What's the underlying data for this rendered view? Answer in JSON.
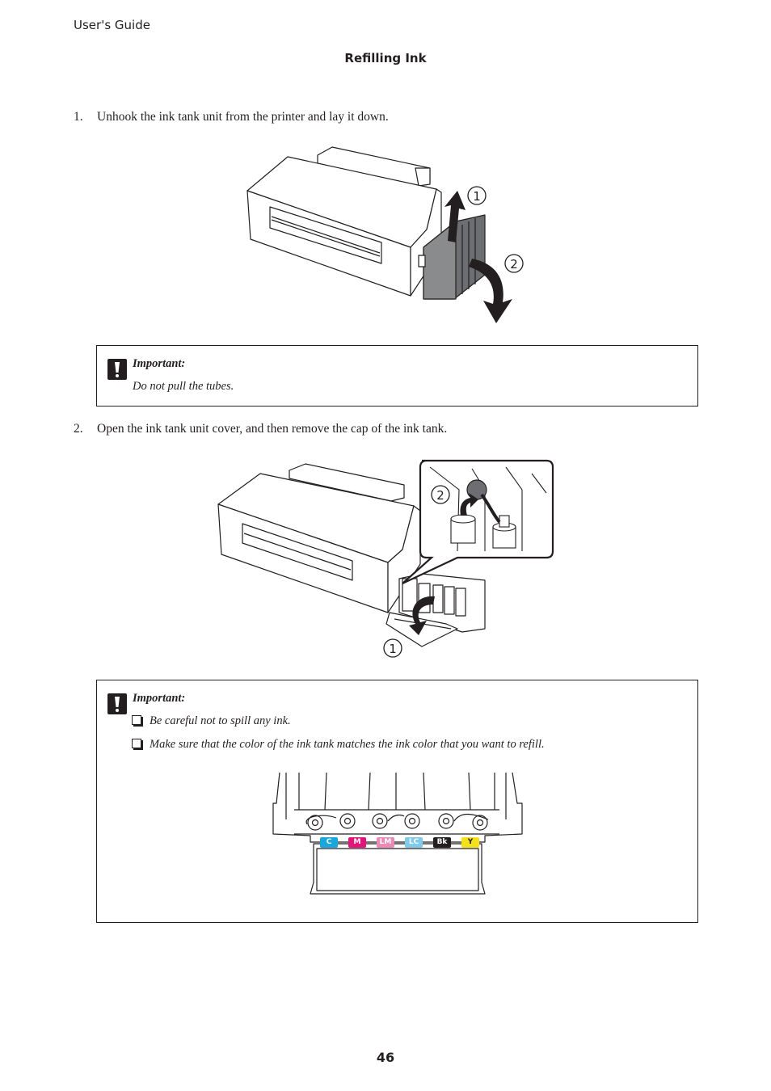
{
  "header": {
    "guide": "User's Guide",
    "section": "Refilling Ink"
  },
  "steps": [
    {
      "num": "1.",
      "text": "Unhook the ink tank unit from the printer and lay it down."
    },
    {
      "num": "2.",
      "text": "Open the ink tank unit cover, and then remove the cap of the ink tank."
    }
  ],
  "figure1": {
    "callouts": [
      "1",
      "2"
    ]
  },
  "note1": {
    "title": "Important:",
    "text": "Do not pull the tubes."
  },
  "figure2": {
    "callouts": [
      "2",
      "1"
    ]
  },
  "note2": {
    "title": "Important:",
    "bullets": [
      "Be careful not to spill any ink.",
      "Make sure that the color of the ink tank matches the ink color that you want to refill."
    ]
  },
  "tank_labels": [
    {
      "text": "C",
      "color": "#1aa7dc"
    },
    {
      "text": "M",
      "color": "#e2157b"
    },
    {
      "text": "LM",
      "color": "#e98bb6"
    },
    {
      "text": "LC",
      "color": "#7fcbe9"
    },
    {
      "text": "Bk",
      "color": "#231f20"
    },
    {
      "text": "Y",
      "color": "#f5e11b"
    }
  ],
  "footer": {
    "page": "46"
  }
}
